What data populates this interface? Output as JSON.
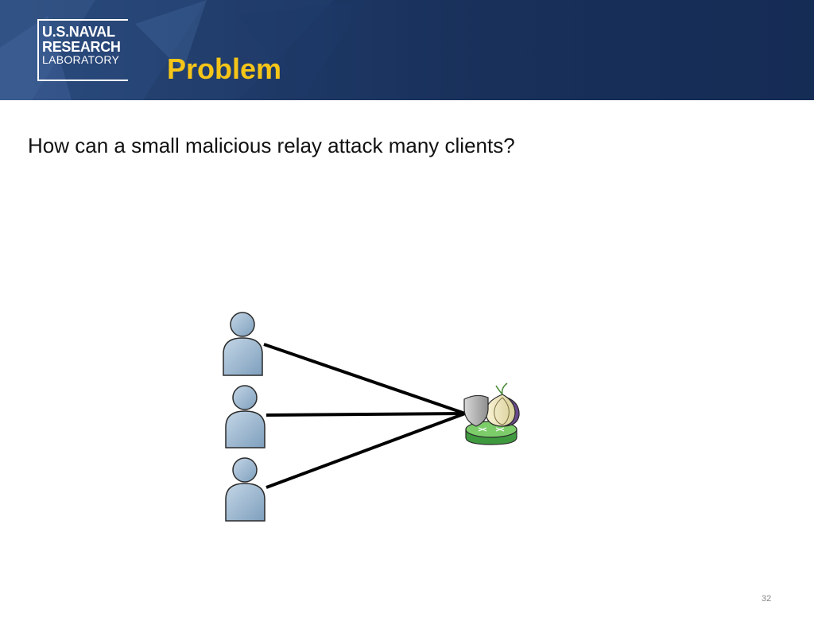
{
  "logo": {
    "line1": "U.S.NAVAL",
    "line2": "RESEARCH",
    "line3": "LABORATORY"
  },
  "slide": {
    "title": "Problem",
    "question": "How can a small malicious relay attack many clients?",
    "page_number": "32"
  },
  "diagram": {
    "clients": [
      "client-1",
      "client-2",
      "client-3"
    ],
    "relay_icons": [
      "shield-icon",
      "onion-icon",
      "router-icon"
    ],
    "colors": {
      "person_fill": "#8fb0cc",
      "person_stroke": "#2a2a2a",
      "router_fill": "#5cb85c",
      "onion_purple": "#6a4a8c",
      "shield_gray": "#a9a9a9",
      "line": "#000000"
    }
  },
  "colors": {
    "header_bg": "#1f3a68",
    "title": "#f5c518"
  }
}
